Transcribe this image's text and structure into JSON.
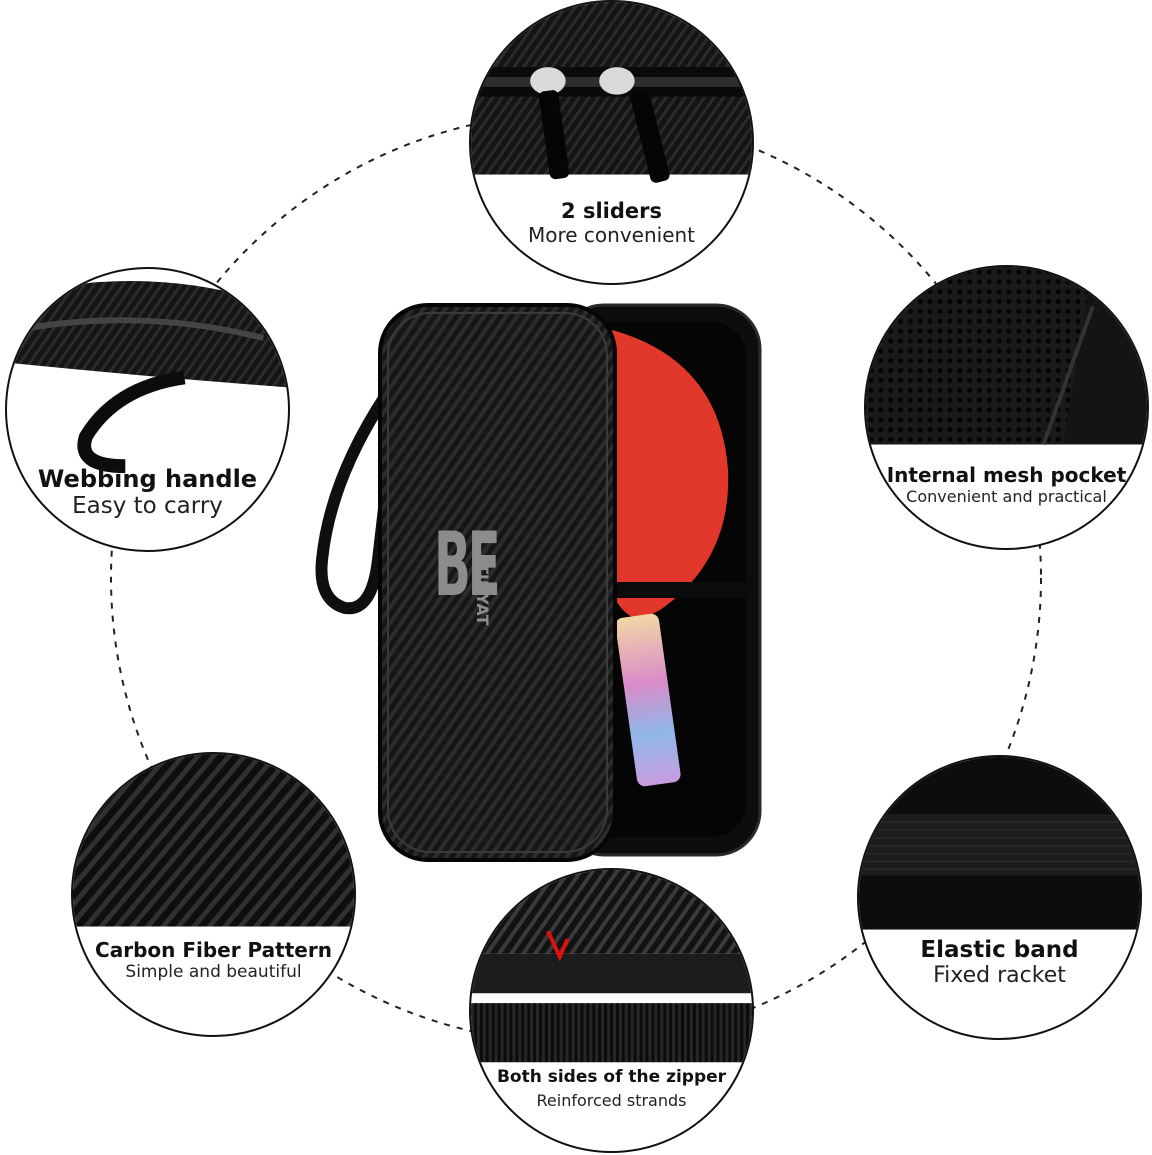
{
  "product": {
    "logo_main": "BE",
    "logo_side": "TINYAT"
  },
  "callouts": [
    {
      "id": "sliders",
      "title": "2 sliders",
      "subtitle": "More convenient"
    },
    {
      "id": "handle",
      "title": "Webbing handle",
      "subtitle": "Easy to carry"
    },
    {
      "id": "mesh",
      "title": "Internal mesh pocket",
      "subtitle": "Convenient and practical"
    },
    {
      "id": "carbon",
      "title": "Carbon Fiber Pattern",
      "subtitle": "Simple and beautiful"
    },
    {
      "id": "elastic",
      "title": "Elastic band",
      "subtitle": "Fixed racket"
    },
    {
      "id": "zipper",
      "title": "Both sides of the zipper",
      "subtitle": "Reinforced strands"
    }
  ],
  "colors": {
    "case_black": "#141414",
    "rubber_red": "#e2372b",
    "accent_red": "#e01010",
    "logo_gray": "#8c8c8c"
  }
}
